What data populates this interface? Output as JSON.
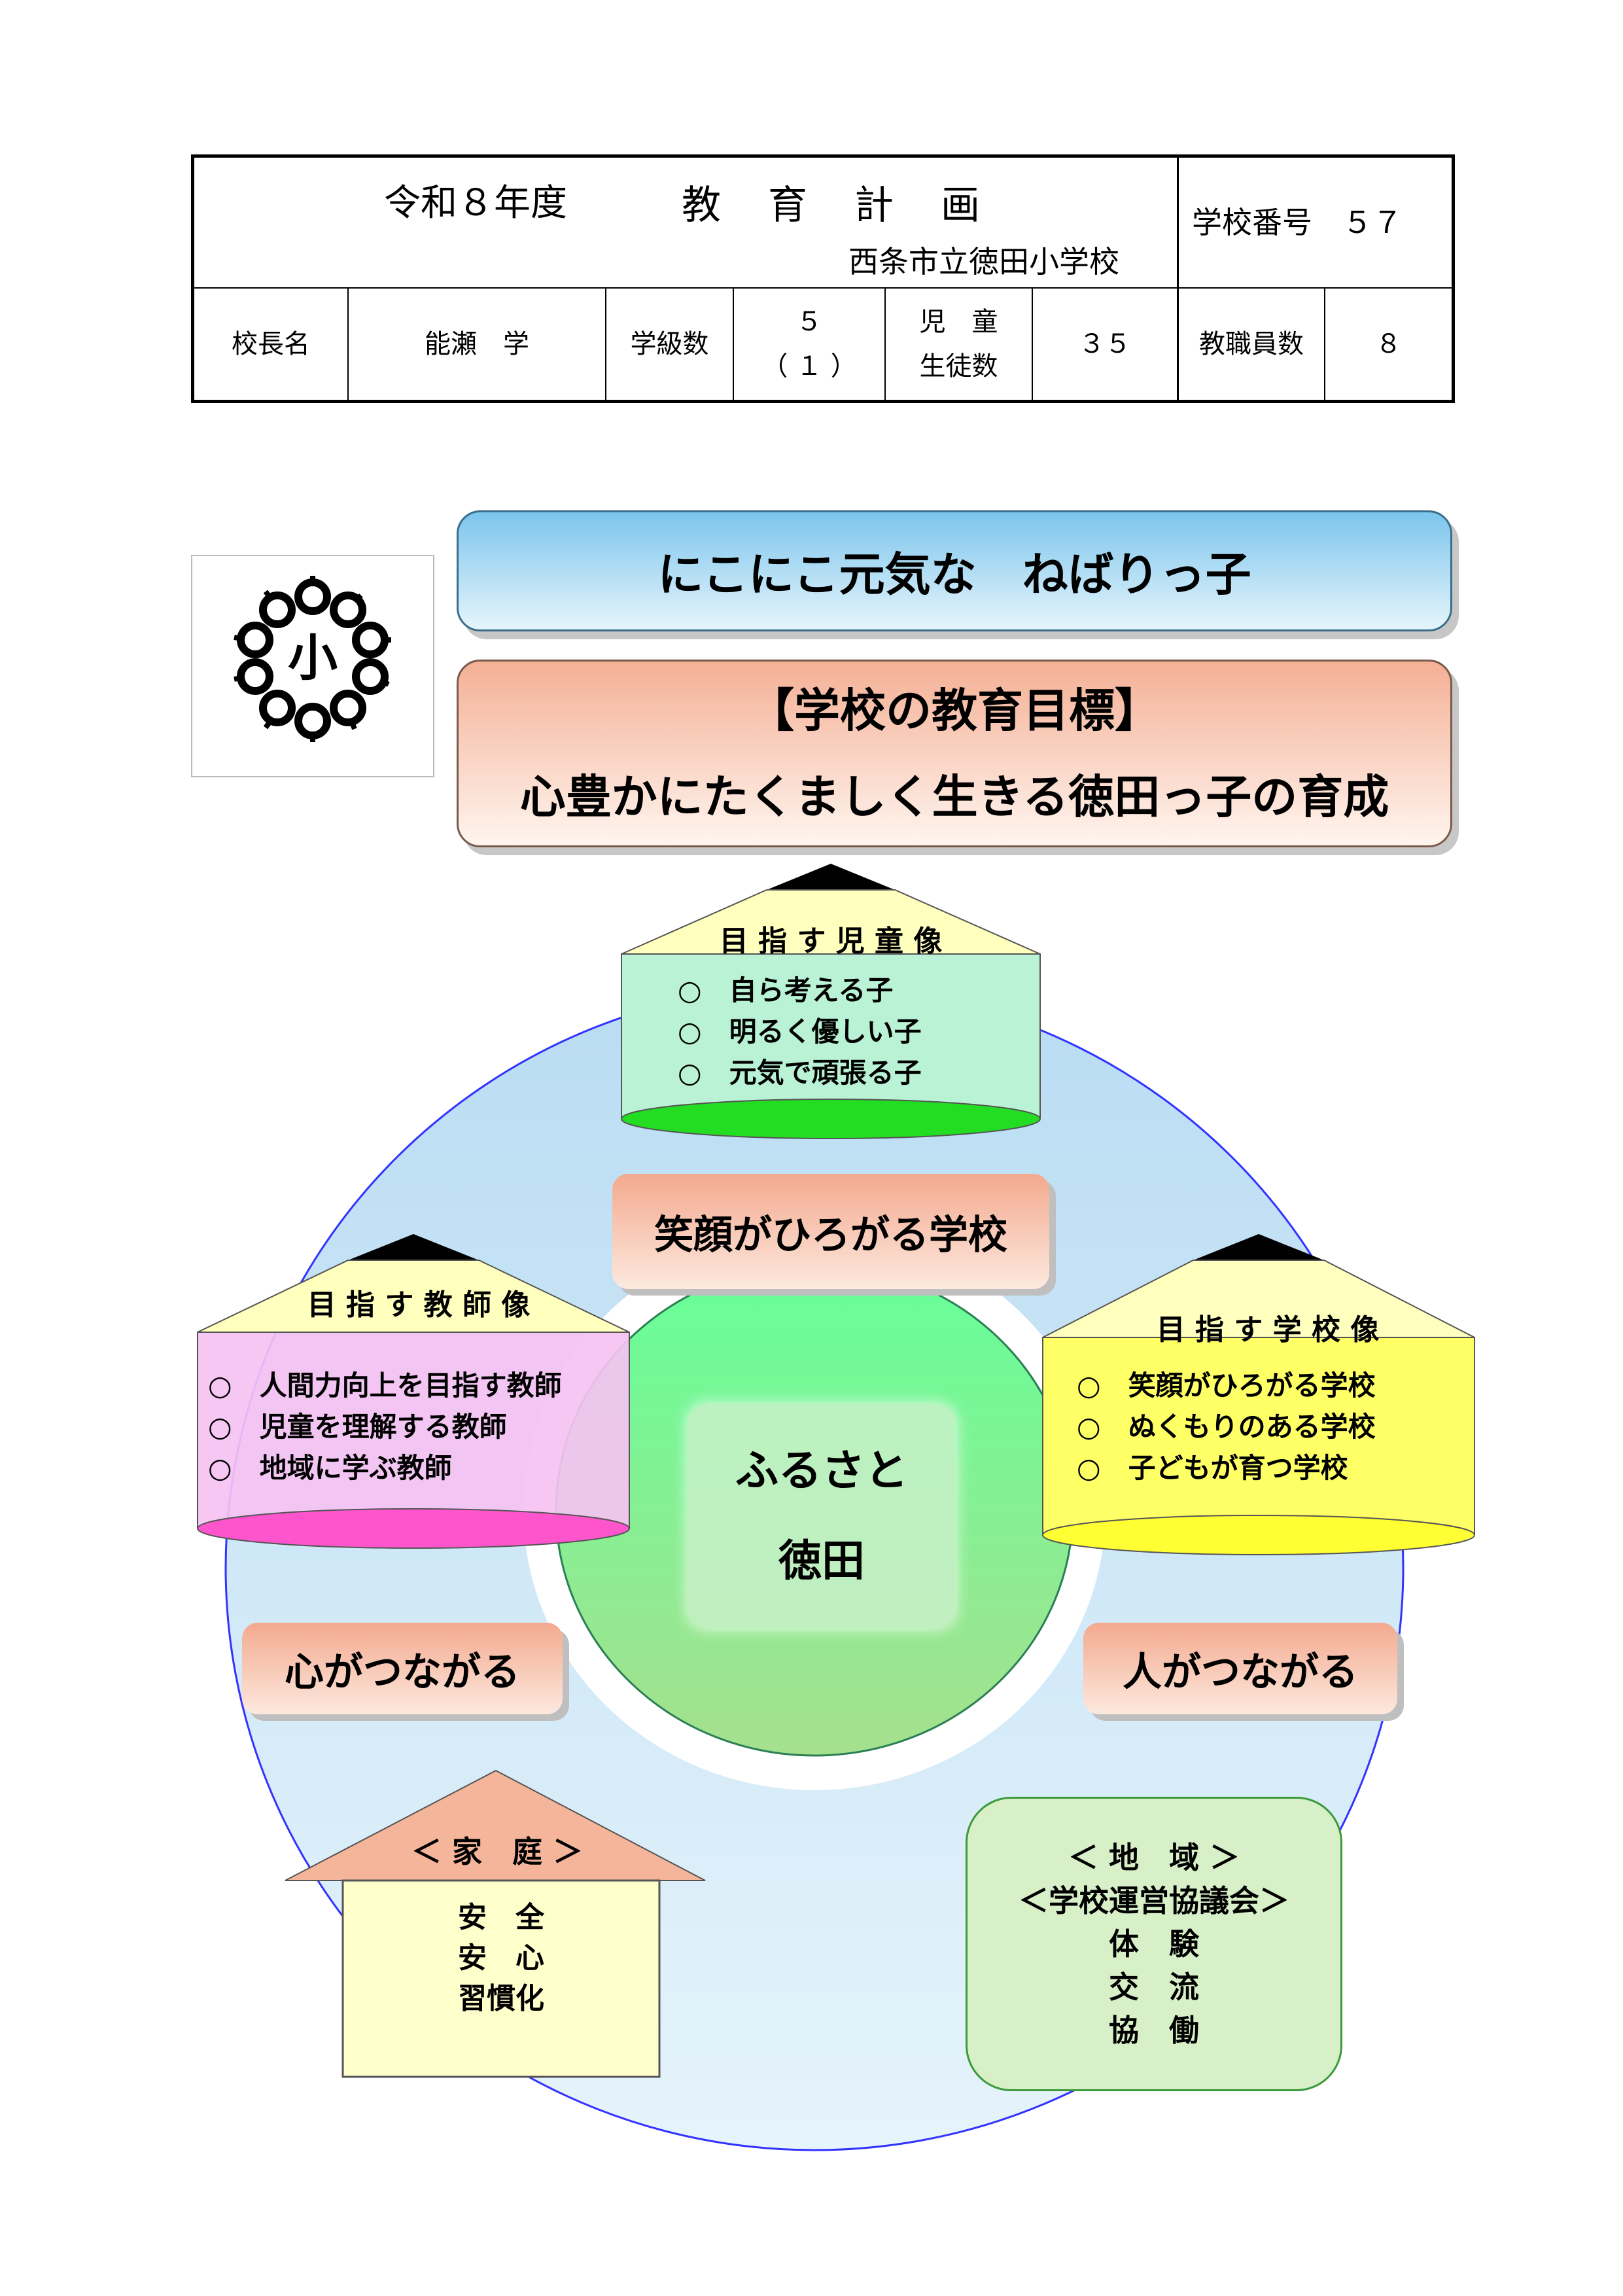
{
  "header": {
    "year_label": "令和８年度",
    "plan_title": "教　育　計　画",
    "school_name": "西条市立徳田小学校",
    "school_number_label": "学校番号　５７",
    "principal_label": "校長名",
    "principal_value": "能瀬　学",
    "classes_label": "学級数",
    "classes_value": "５",
    "classes_sub": "（ １ ）",
    "students_label_1": "児　童",
    "students_label_2": "生徒数",
    "students_value": "３５",
    "staff_label": "教職員数",
    "staff_value": "８"
  },
  "logo": {
    "icon": "school-emblem-icon",
    "char": "小"
  },
  "slogan": "にこにこ元気な　ねばりっ子",
  "goal": {
    "heading": "【学校の教育目標】",
    "text": "心豊かにたくましく生きる徳田っ子の育成"
  },
  "child_ideal": {
    "title": "目 指 す 児 童 像",
    "items": [
      "自ら考える子",
      "明るく優しい子",
      "元気で頑張る子"
    ]
  },
  "teacher_ideal": {
    "title": "目 指 す 教 師 像",
    "items": [
      "人間力向上を目指す教師",
      "児童を理解する教師",
      "地域に学ぶ教師"
    ]
  },
  "school_ideal": {
    "title": "目 指 す 学 校 像",
    "items": [
      "笑顔がひろがる学校",
      "ぬくもりのある学校",
      "子どもが育つ学校"
    ]
  },
  "bullet": "○",
  "center": {
    "line1": "ふるさと",
    "line2": "徳田"
  },
  "labels": {
    "top": "笑顔がひろがる学校",
    "left": "心がつながる",
    "right": "人がつながる"
  },
  "home": {
    "title": "＜ 家　庭 ＞",
    "lines": [
      "安　全",
      "安　心",
      "習慣化"
    ]
  },
  "community": {
    "title": "＜ 地　域 ＞",
    "lines": [
      "＜学校運営協議会＞",
      "体　験",
      "交　流",
      "協　働"
    ]
  },
  "colors": {
    "slogan_bg": "#7cc5ec",
    "goal_bg": "#f4b095",
    "child_bg": "#b9f2d4",
    "child_base": "#22dd22",
    "teacher_bg": "#f5c2f2",
    "teacher_base": "#ff55cc",
    "school_bg": "#ffff66",
    "school_base": "#ffff33",
    "home_roof": "#f4b59a",
    "home_body": "#ffffcc",
    "community_bg": "#d8f0c8"
  }
}
